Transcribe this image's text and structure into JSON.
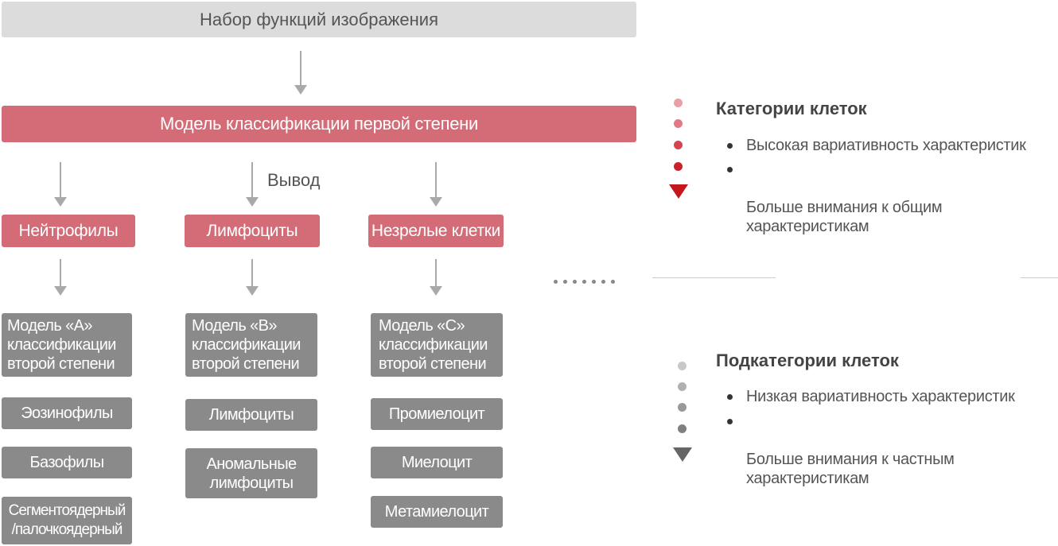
{
  "diagram": {
    "top_box": "Набор функций изображения",
    "first_model": "Модель классификации первой степени",
    "output_label": "Вывод",
    "categories": [
      "Нейтрофилы",
      "Лимфоциты",
      "Незрелые клетки"
    ],
    "second_models": [
      "Модель «A»\nклассификации\nвторой степени",
      "Модель «B»\nклассификации\nвторой степени",
      "Модель «C»\nклассификации\nвторой степени"
    ],
    "col_a_items": [
      "Эозинофилы",
      "Базофилы",
      "Сегментоядерный\n/палочкоядерный"
    ],
    "col_b_items": [
      "Лимфоциты",
      "Аномальные\nлимфоциты"
    ],
    "col_c_items": [
      "Промиелоцит",
      "Миелоцит",
      "Метамиелоцит"
    ]
  },
  "legend": {
    "categories": {
      "title": "Категории клеток",
      "bullets": [
        "Высокая вариативность характеристик",
        "Больше внимания к общим\nхарактеристикам"
      ],
      "dot_colors": [
        "#e8a0a6",
        "#e07b85",
        "#d6444f",
        "#c8222d"
      ],
      "triangle_color": "#c4161c"
    },
    "subcategories": {
      "title": "Подкатегории клеток",
      "bullets": [
        "Низкая вариативность характеристик",
        "Больше внимания к частным\nхарактеристикам"
      ],
      "dot_colors": [
        "#c8c8c8",
        "#b0b0b0",
        "#999999",
        "#808080"
      ],
      "triangle_color": "#666666"
    }
  },
  "colors": {
    "accent_pink": "#d46c78",
    "box_gray": "#8a8a8a",
    "top_gray": "#dcdcdc"
  }
}
